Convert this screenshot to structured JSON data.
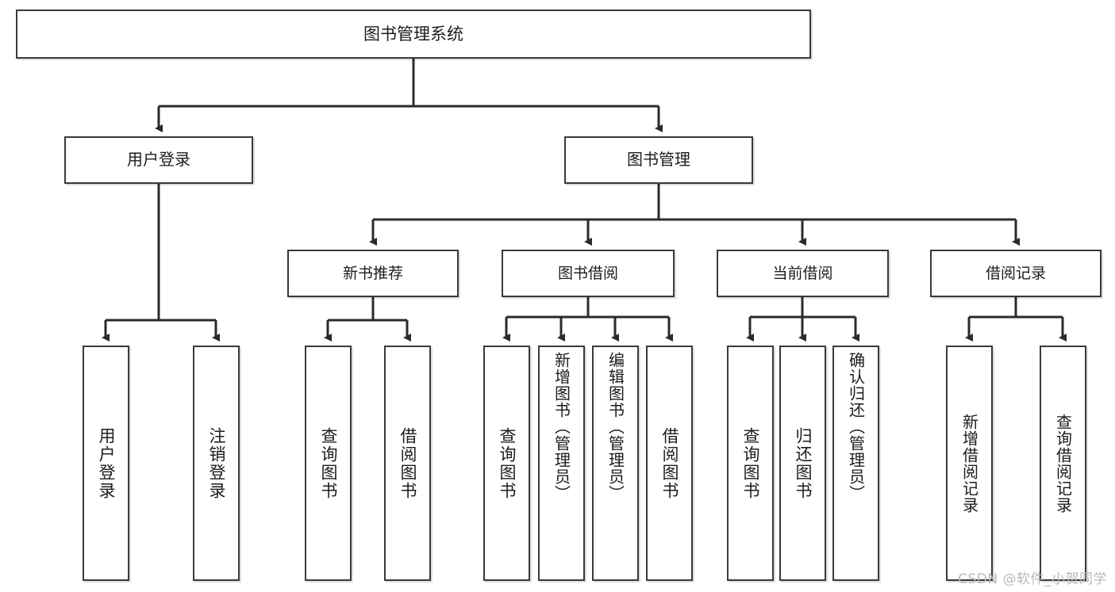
{
  "diagram": {
    "type": "tree",
    "title": "图书管理系统",
    "root": {
      "label": "图书管理系统"
    },
    "level2": [
      {
        "label": "用户登录"
      },
      {
        "label": "图书管理"
      }
    ],
    "level3": [
      {
        "label": "新书推荐"
      },
      {
        "label": "图书借阅"
      },
      {
        "label": "当前借阅"
      },
      {
        "label": "借阅记录"
      }
    ],
    "leaves": {
      "user_login": [
        {
          "label": "用户登录"
        },
        {
          "label": "注销登录"
        }
      ],
      "new_book_recommend": [
        {
          "label": "查询图书"
        },
        {
          "label": "借阅图书"
        }
      ],
      "book_borrow": [
        {
          "label": "查询图书"
        },
        {
          "label": "新增图书（管理员）"
        },
        {
          "label": "编辑图书（管理员）"
        },
        {
          "label": "借阅图书"
        }
      ],
      "current_borrow": [
        {
          "label": "查询图书"
        },
        {
          "label": "归还图书"
        },
        {
          "label": "确认归还（管理员）"
        }
      ],
      "borrow_record": [
        {
          "label": "新增借阅记录"
        },
        {
          "label": "查询借阅记录"
        }
      ]
    }
  },
  "watermark": {
    "text": "CSDN @软件_小贺同学"
  },
  "colors": {
    "box_border": "#3a3a3a",
    "box_fill": "#ffffff",
    "line": "#2b2b2b",
    "text": "#1c1c1c",
    "watermark": "#b9b9b9"
  }
}
